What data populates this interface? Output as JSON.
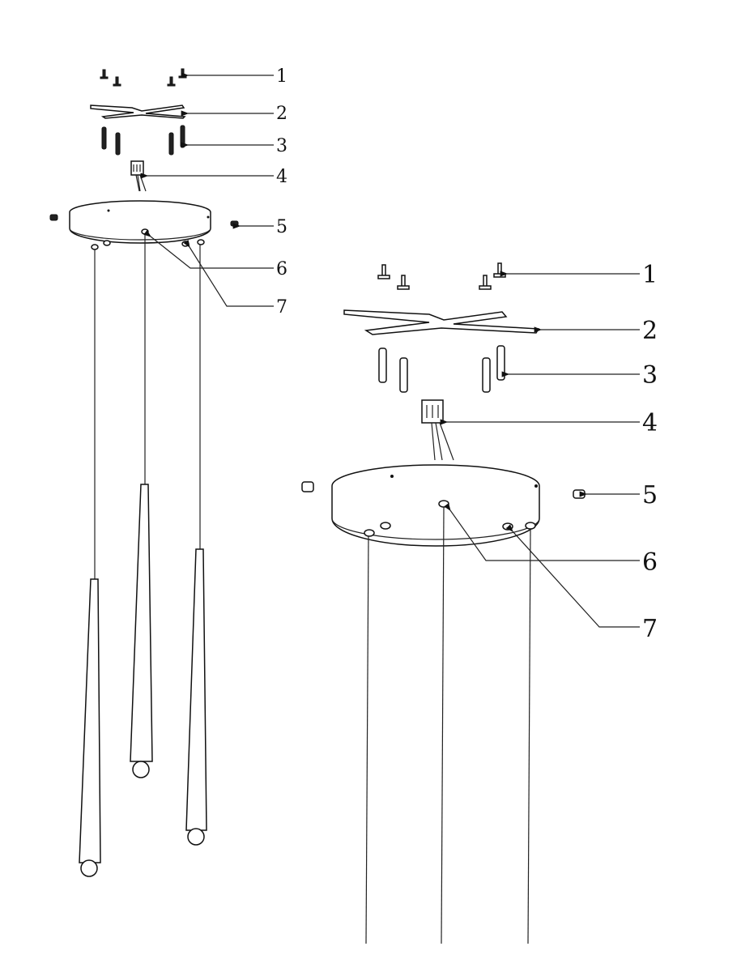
{
  "left_diagram": {
    "callouts": [
      "1",
      "2",
      "3",
      "4",
      "5",
      "6",
      "7"
    ]
  },
  "right_diagram": {
    "callouts": [
      "1",
      "2",
      "3",
      "4",
      "5",
      "6",
      "7"
    ]
  }
}
